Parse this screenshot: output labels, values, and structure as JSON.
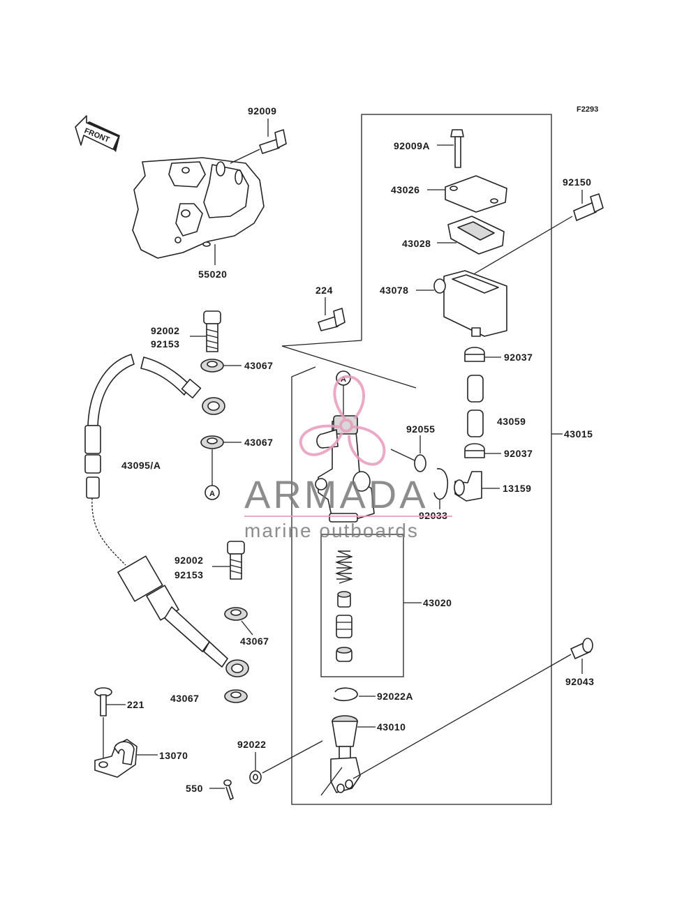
{
  "diagram": {
    "figure_code": "F2293",
    "front_label": "FRONT",
    "ref_marker": "A",
    "labels": {
      "p92009": "92009",
      "p55020": "55020",
      "p92009A": "92009A",
      "p43026": "43026",
      "p43028": "43028",
      "p92150": "92150",
      "p43078": "43078",
      "p224": "224",
      "p92002a": "92002",
      "p92153a": "92153",
      "p43067a": "43067",
      "p43067b": "43067",
      "p43095": "43095/A",
      "p92037a": "92037",
      "p43059": "43059",
      "p92055": "92055",
      "p92037b": "92037",
      "p43015": "43015",
      "p13159": "13159",
      "p92033": "92033",
      "p92002b": "92002",
      "p92153b": "92153",
      "p43020": "43020",
      "p43067c": "43067",
      "p92043": "92043",
      "p43067d": "43067",
      "p92022A": "92022A",
      "p221": "221",
      "p43010": "43010",
      "p13070": "13070",
      "p92022": "92022",
      "p550": "550"
    }
  },
  "watermark": {
    "brand": "ARMADA",
    "tagline": "marine outboards",
    "accent_color": "#e89bbd",
    "text_color": "#7a7a7a"
  }
}
